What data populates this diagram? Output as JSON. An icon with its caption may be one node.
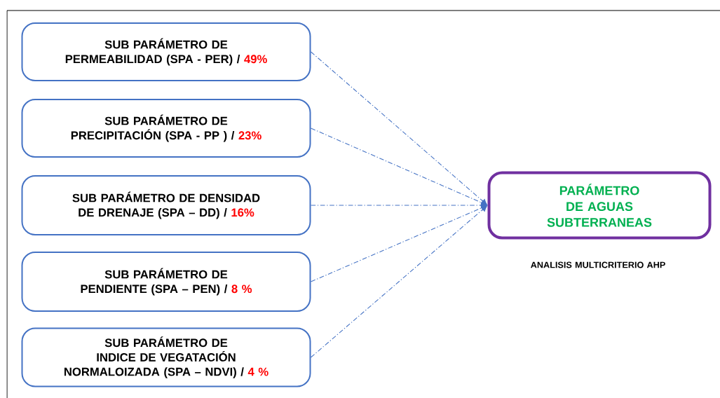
{
  "diagram": {
    "nodes": [
      {
        "text": [
          "SUB PARÁMETRO DE PERMEABILIDAD (SPA - PER) /",
          "49%"
        ]
      },
      {
        "text": [
          "SUB PARÁMETRO DE PRECIPITACIÓN (SPA - PP ) /",
          "23%"
        ]
      },
      {
        "text": [
          "SUB PARÁMETRO DE DENSIDAD DE DRENAJE (SPA – DD) /",
          "16%"
        ]
      },
      {
        "text": [
          "SUB PARÁMETRO DE PENDIENTE (SPA – PEN) /",
          "8 %"
        ]
      },
      {
        "text": [
          "SUB PARÁMETRO DE INDICE DE VEGATACIÓN NORMALOIZADA (SPA – NDVI) /",
          "4 %"
        ]
      },
      {
        "text": [
          "PARÁMETRO DE AGUAS SUBTERRANEAS"
        ],
        "beside": [
          "ANALISIS MULTICRITERIO AHP"
        ]
      }
    ],
    "edges": [
      {
        "from": 0,
        "to": 5,
        "arrow": "to",
        "style": "dashed"
      },
      {
        "from": 1,
        "to": 5,
        "arrow": "to",
        "style": "dashed"
      },
      {
        "from": 2,
        "to": 5,
        "arrow": "to",
        "style": "dashed"
      },
      {
        "from": 3,
        "to": 5,
        "arrow": "to",
        "style": "dashed"
      },
      {
        "from": 4,
        "to": 5,
        "arrow": "to",
        "style": "dashed"
      }
    ]
  }
}
